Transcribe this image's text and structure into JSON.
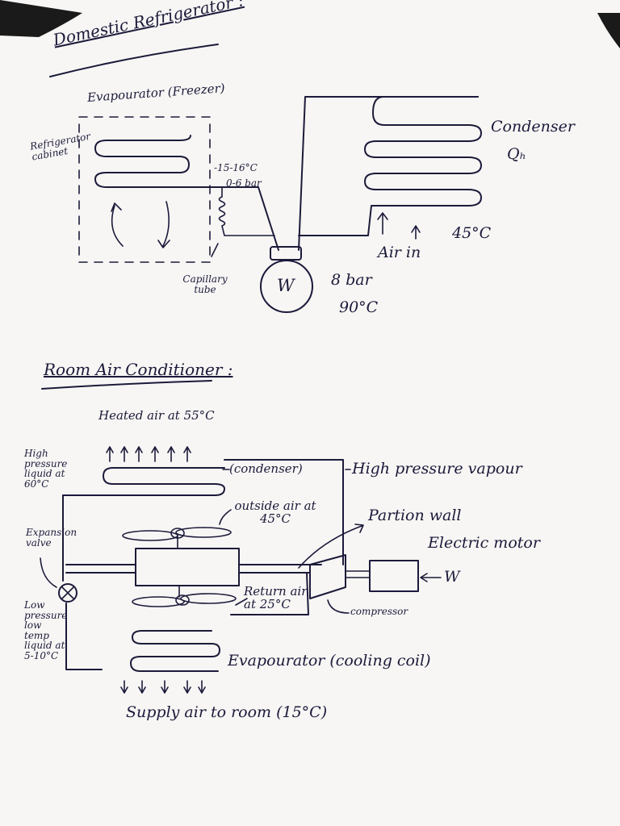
{
  "refrigerator": {
    "heading": "Domestic Refrigerator :",
    "evaporator": "Evapourator (Freezer)",
    "cabinet": "Refrigerator cabinet",
    "evap_temp": "-15-16°C",
    "evap_pressure": "0-6 bar",
    "capillary": "Capillary tube",
    "compressor": "W",
    "comp_pressure": "8 bar",
    "comp_temp": "90°C",
    "condenser": "Condenser",
    "heat_out": "Qₕ",
    "air_in": "Air in",
    "air_temp": "45°C"
  },
  "ac": {
    "heading": "Room Air Conditioner :",
    "heated_air": "Heated air at 55°C",
    "hp_liquid": "High pressure liquid at 60°C",
    "condenser": "(condenser)",
    "hp_vapour": "High pressure vapour",
    "outside_air": "outside air at 45°C",
    "partition": "Partion wall",
    "motor": "Electric motor",
    "work": "W",
    "expansion": "Expansion valve",
    "return_air": "Return air at 25°C",
    "compressor": "compressor",
    "lp_liquid": "Low pressure low temp liquid at 5-10°C",
    "evaporator": "Evapourator (cooling coil)",
    "supply_air": "Supply air to room (15°C)"
  }
}
